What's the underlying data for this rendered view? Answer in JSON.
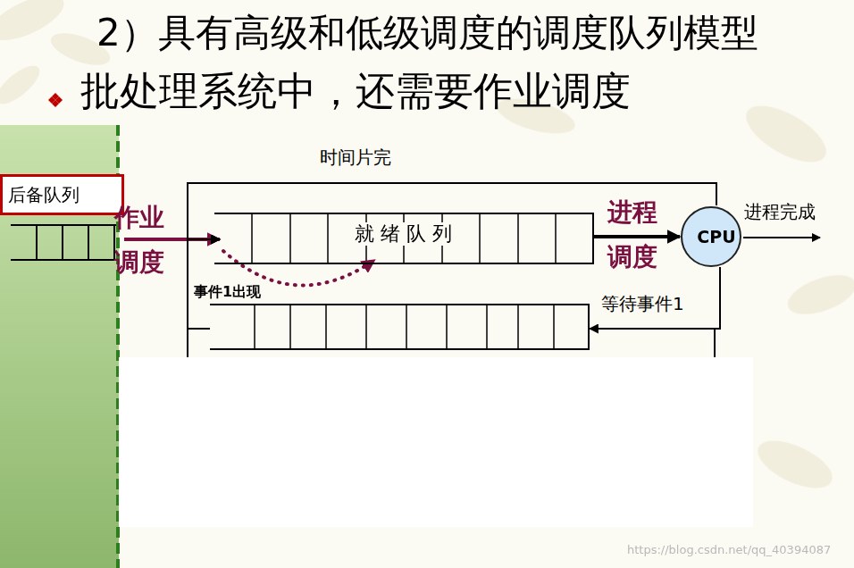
{
  "diagram": {
    "title": "2）具有高级和低级调度的调度队列模型",
    "nodes": [
      {
        "text": [
          "后备队列"
        ]
      },
      {
        "text": [
          "就 绪 队 列"
        ]
      },
      {
        "text": [
          "CPU"
        ]
      },
      {
        "text": [
          "事件1出现"
        ]
      }
    ],
    "edges": [
      {
        "from": 0,
        "to": 1,
        "arrow": "to",
        "label": "作业 调度"
      },
      {
        "from": 1,
        "to": 2,
        "arrow": "to",
        "label": "进程 调度"
      },
      {
        "from": 2,
        "to": 1,
        "arrow": "to",
        "label": "时间片完"
      },
      {
        "from": 2,
        "to": 3,
        "arrow": "to",
        "label": "等待事件1"
      },
      {
        "from": 3,
        "to": 1,
        "arrow": "to"
      }
    ],
    "labels": [
      "批处理系统中，还需要作业调度",
      "进程完成",
      "https://blog.csdn.net/qq_40394087"
    ]
  }
}
